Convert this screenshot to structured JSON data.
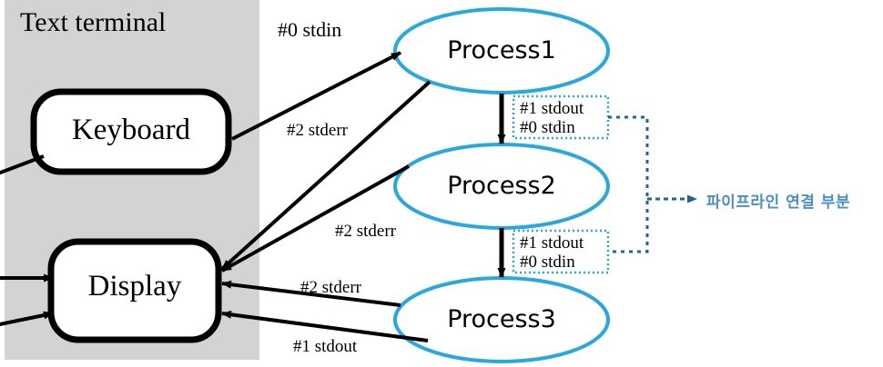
{
  "diagram": {
    "title": "Text terminal",
    "background_panel_color": "#d3d3d3",
    "process_stroke_color": "#29a8df",
    "device_stroke_color": "#000000",
    "pipe_box_stroke_color": "#29a8df",
    "annotation_color": "#4a90c4",
    "connector_color": "#1f6690"
  },
  "devices": [
    {
      "id": "keyboard",
      "label": "Keyboard"
    },
    {
      "id": "display",
      "label": "Display"
    }
  ],
  "processes": [
    {
      "id": "process1",
      "label": "Process1"
    },
    {
      "id": "process2",
      "label": "Process2"
    },
    {
      "id": "process3",
      "label": "Process3"
    }
  ],
  "pipe_boxes": [
    {
      "id": "pipe1",
      "line1": "#1 stdout",
      "line2": "#0 stdin"
    },
    {
      "id": "pipe2",
      "line1": "#1 stdout",
      "line2": "#0 stdin"
    }
  ],
  "flow_labels": [
    {
      "id": "stdin-keyboard-p1",
      "text": "#0 stdin"
    },
    {
      "id": "stderr-p1-display",
      "text": "#2 stderr"
    },
    {
      "id": "stderr-p2-display",
      "text": "#2 stderr"
    },
    {
      "id": "stderr-p3-display",
      "text": "#2 stderr"
    },
    {
      "id": "stdout-p3-display",
      "text": "#1 stdout"
    }
  ],
  "annotation": {
    "text": "파이프라인 연결 부분"
  }
}
